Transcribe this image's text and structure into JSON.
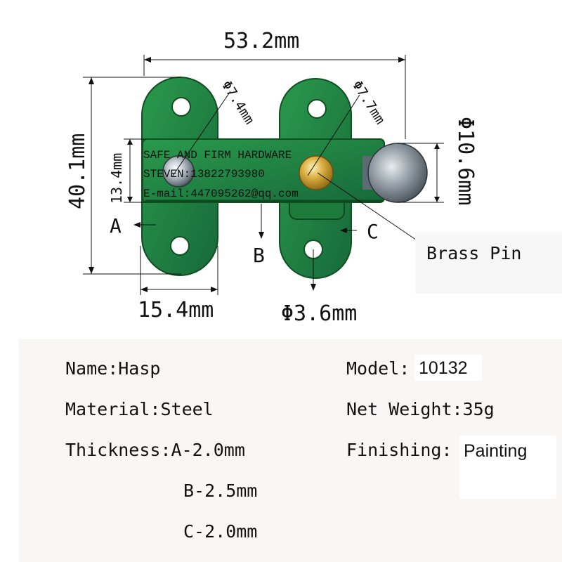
{
  "diagram": {
    "overall_width": "53.2mm",
    "overall_height": "40.1mm",
    "bar_height": "13.4mm",
    "plate_width": "15.4mm",
    "hole_left": "Φ7.4mm",
    "hole_right": "Φ7.7mm",
    "knob_diameter": "Φ10.6mm",
    "mount_hole": "Φ3.6mm",
    "label_a": "A",
    "label_b": "B",
    "label_c": "C",
    "brass_pin": "Brass Pin"
  },
  "watermark": {
    "line1": "SAFE AND FIRM HARDWARE",
    "line2": "STEVEN:13822793980",
    "line3": "E-mail:447095262@qq.com"
  },
  "specs": {
    "name": "Name:Hasp",
    "material": "Material:Steel",
    "thickness_a": "Thickness:A-2.0mm",
    "thickness_b": "B-2.5mm",
    "thickness_c": "C-2.0mm",
    "model_label": "Model:",
    "model_value": "10132",
    "net_weight": "Net Weight:35g",
    "finishing_label": "Finishing:",
    "finishing_value": "Painting"
  },
  "colors": {
    "plate_green": "#1e7f3e",
    "plate_dark": "#125c2a",
    "brass": "#d4a53a",
    "chrome": "#b9c0c6"
  }
}
